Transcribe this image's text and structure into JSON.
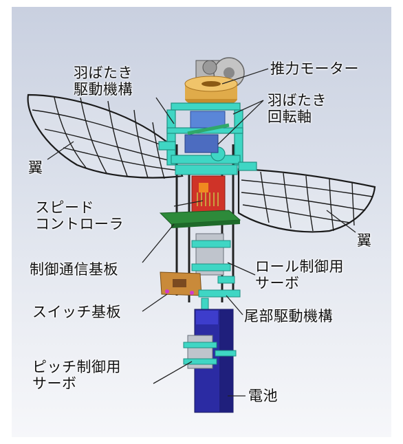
{
  "labels": {
    "flap_mechanism": [
      "羽ばたき",
      "駆動機構"
    ],
    "thrust_motor": "推力モーター",
    "flap_axis": [
      "羽ばたき",
      "回転軸"
    ],
    "wing_left": "翼",
    "wing_right": "翼",
    "speed_controller": [
      "スピード",
      "コントローラ"
    ],
    "control_board": "制御通信基板",
    "roll_servo": [
      "ロール制御用",
      "サーボ"
    ],
    "switch_board": "スイッチ基板",
    "tail_mechanism": "尾部駆動機構",
    "pitch_servo": [
      "ピッチ制御用",
      "サーボ"
    ],
    "battery": "電池"
  },
  "colors": {
    "frame_cyan": "#3fd6c4",
    "wing_wire": "#1e1e1e",
    "motor_gold": "#d9a441",
    "board_green": "#2d8a3a",
    "controller_red": "#d23a2a",
    "switch_orange": "#c98a3a",
    "battery_blue": "#2a2a9a",
    "gear_gray": "#a8a8a8"
  }
}
